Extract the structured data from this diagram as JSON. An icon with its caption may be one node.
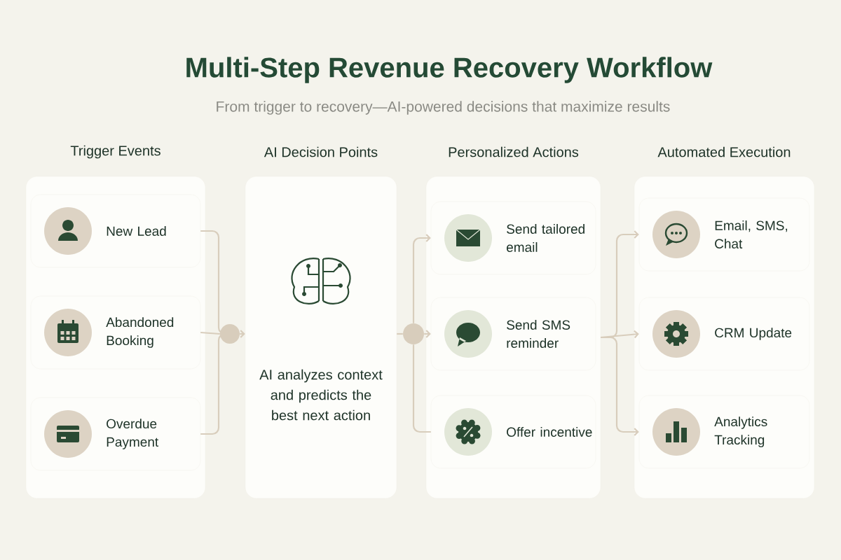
{
  "diagram": {
    "title": "Multi-Step Revenue Recovery Workflow",
    "caption": "From trigger to recovery—AI-powered decisions that maximize results",
    "nodes": [
      {
        "text": [
          "Trigger Events"
        ]
      },
      {
        "text": [
          "New Lead"
        ],
        "in": 0
      },
      {
        "text": [
          "Abandoned Booking"
        ],
        "in": 0
      },
      {
        "text": [
          "Overdue Payment"
        ],
        "in": 0
      },
      {
        "text": [],
        "shape": "circle"
      },
      {
        "text": [
          "AI Decision Points",
          "AI analyzes context and predicts the best next action"
        ]
      },
      {
        "text": [],
        "shape": "circle"
      },
      {
        "text": [
          "Personalized Actions"
        ]
      },
      {
        "text": [
          "Send tailored email"
        ],
        "in": 7
      },
      {
        "text": [
          "Send SMS reminder"
        ],
        "in": 7
      },
      {
        "text": [
          "Offer incentive"
        ],
        "in": 7
      },
      {
        "text": [
          "Automated Execution"
        ]
      },
      {
        "text": [
          "Email, SMS, Chat"
        ],
        "in": 11
      },
      {
        "text": [
          "CRM Update"
        ],
        "in": 11
      },
      {
        "text": [
          "Analytics Tracking"
        ],
        "in": 11
      }
    ],
    "edges": [
      {
        "from": 1,
        "to": 4,
        "arrow": "none"
      },
      {
        "from": 2,
        "to": 4,
        "arrow": "none"
      },
      {
        "from": 3,
        "to": 4,
        "arrow": "none"
      },
      {
        "from": 4,
        "to": 5,
        "arrow": "to"
      },
      {
        "from": 5,
        "to": 6,
        "arrow": "none"
      },
      {
        "from": 6,
        "to": 8,
        "arrow": "to"
      },
      {
        "from": 6,
        "to": 9,
        "arrow": "to"
      },
      {
        "from": 6,
        "to": 10,
        "arrow": "none"
      },
      {
        "from": 7,
        "to": 12,
        "arrow": "to"
      },
      {
        "from": 7,
        "to": 13,
        "arrow": "to"
      },
      {
        "from": 7,
        "to": 14,
        "arrow": "to"
      }
    ]
  }
}
